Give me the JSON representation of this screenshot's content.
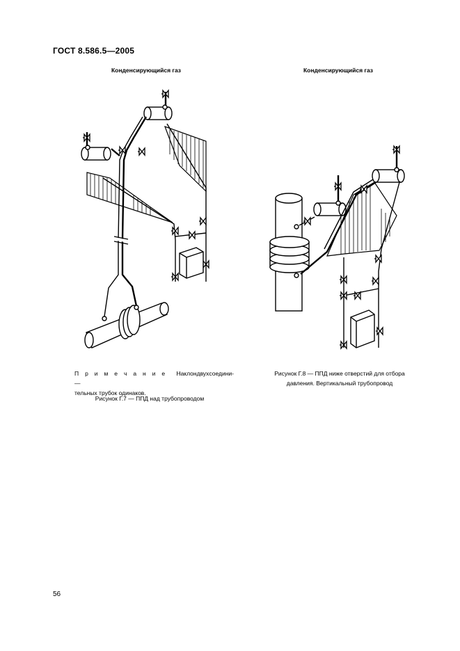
{
  "header": {
    "doc_code": "ГОСТ  8.586.5—2005"
  },
  "figure7": {
    "title": "Конденсирующийся газ",
    "note_label": "П р и м е ч а н и е —",
    "note_line1_words": [
      "Наклон",
      "двух",
      "соедини-"
    ],
    "note_line2": "тельных трубок одинаков.",
    "caption": "Рисунок Г.7 — ППД над трубопроводом"
  },
  "figure8": {
    "title": "Конденсирующийся газ",
    "caption_line1": "Рисунок Г.8 — ППД ниже отверстий для отбора",
    "caption_line2": "давления. Вертикальный трубопровод"
  },
  "page": {
    "number": "56"
  }
}
